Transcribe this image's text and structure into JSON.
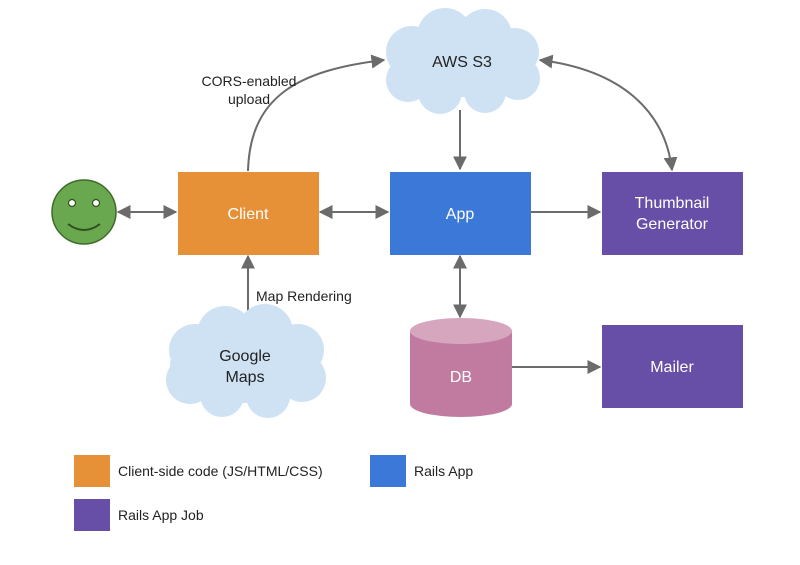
{
  "nodes": {
    "client": {
      "label": "Client",
      "color": "#E69138"
    },
    "app": {
      "label": "App",
      "color": "#3C78D8"
    },
    "thumbnail": {
      "line1": "Thumbnail",
      "line2": "Generator",
      "color": "#674EA7"
    },
    "mailer": {
      "label": "Mailer",
      "color": "#674EA7"
    },
    "db": {
      "label": "DB",
      "color": "#C27BA0",
      "top_color": "#D5A6BD"
    },
    "s3": {
      "label": "AWS S3",
      "color": "#CFE2F3"
    },
    "google_maps": {
      "line1": "Google",
      "line2": "Maps",
      "color": "#CFE2F3"
    },
    "user": {
      "icon": "smiley-face-icon",
      "color": "#6AA84F"
    }
  },
  "edges": {
    "cors_upload": {
      "line1": "CORS-enabled",
      "line2": "upload"
    },
    "map_rendering": {
      "label": "Map Rendering"
    }
  },
  "legend": [
    {
      "label": "Client-side code (JS/HTML/CSS)",
      "color": "#E69138"
    },
    {
      "label": "Rails App",
      "color": "#3C78D8"
    },
    {
      "label": "Rails App Job",
      "color": "#674EA7"
    }
  ],
  "colors": {
    "edge": "#6B6B6B"
  }
}
